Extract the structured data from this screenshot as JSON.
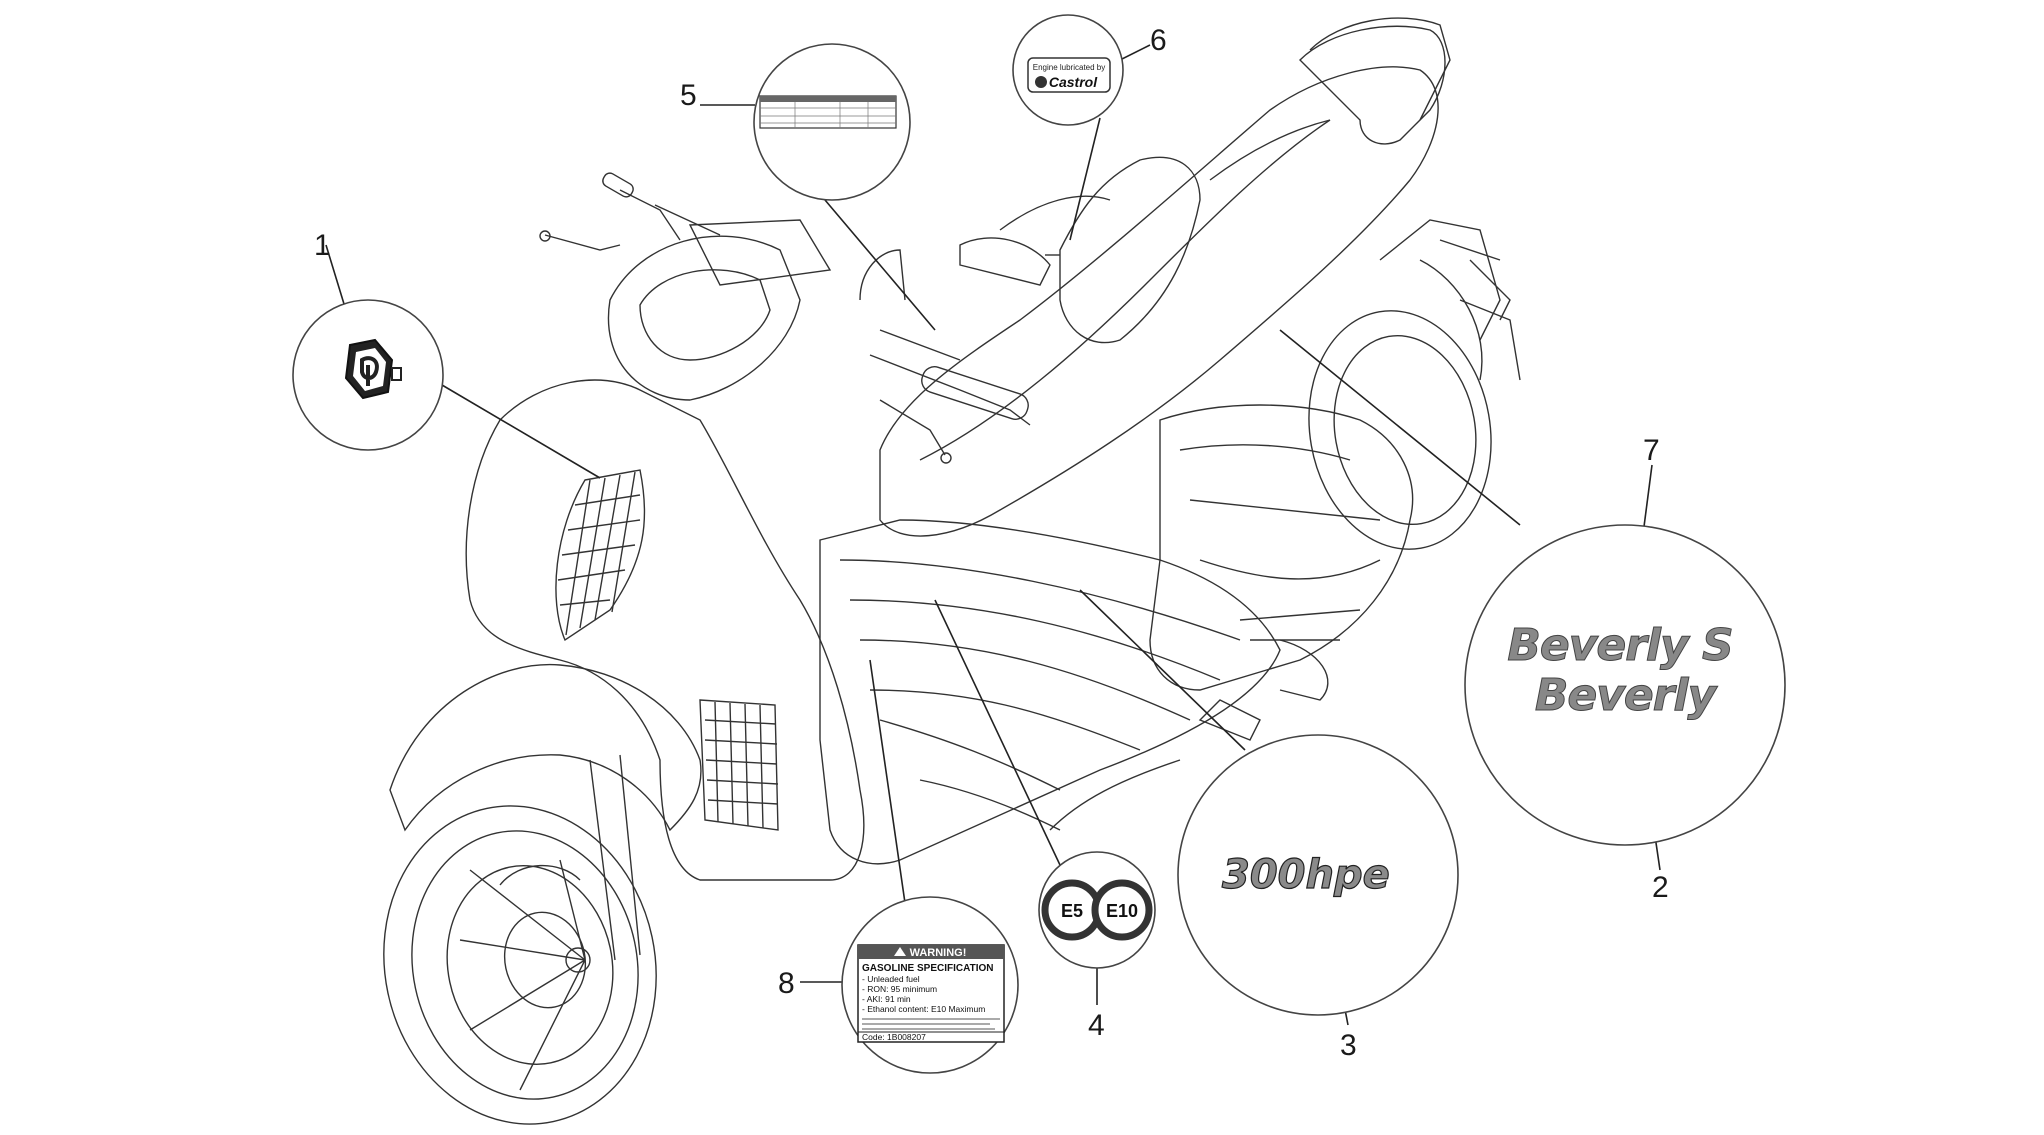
{
  "callouts": {
    "c1": "1",
    "c2": "2",
    "c3": "3",
    "c4": "4",
    "c5": "5",
    "c6": "6",
    "c7": "7",
    "c8": "8"
  },
  "decals": {
    "castrol_top": "Engine lubricated by",
    "castrol_name": "Castrol",
    "beverly_s": "Beverly S",
    "beverly": "Beverly",
    "hp_badge": "300hpe",
    "fuel_e5": "E5",
    "fuel_e10": "E10",
    "warning": {
      "title": "WARNING!",
      "heading": "GASOLINE SPECIFICATION",
      "line1": "- Unleaded fuel",
      "line2": "- RON: 95 minimum",
      "line3": "- AKI: 91 min",
      "line4": "- Ethanol content: E10 Maximum",
      "code": "Code: 1B008207"
    }
  },
  "colors": {
    "line": "#333333",
    "warning_band": "#555555",
    "decal_gray": "#8a8a8a"
  }
}
